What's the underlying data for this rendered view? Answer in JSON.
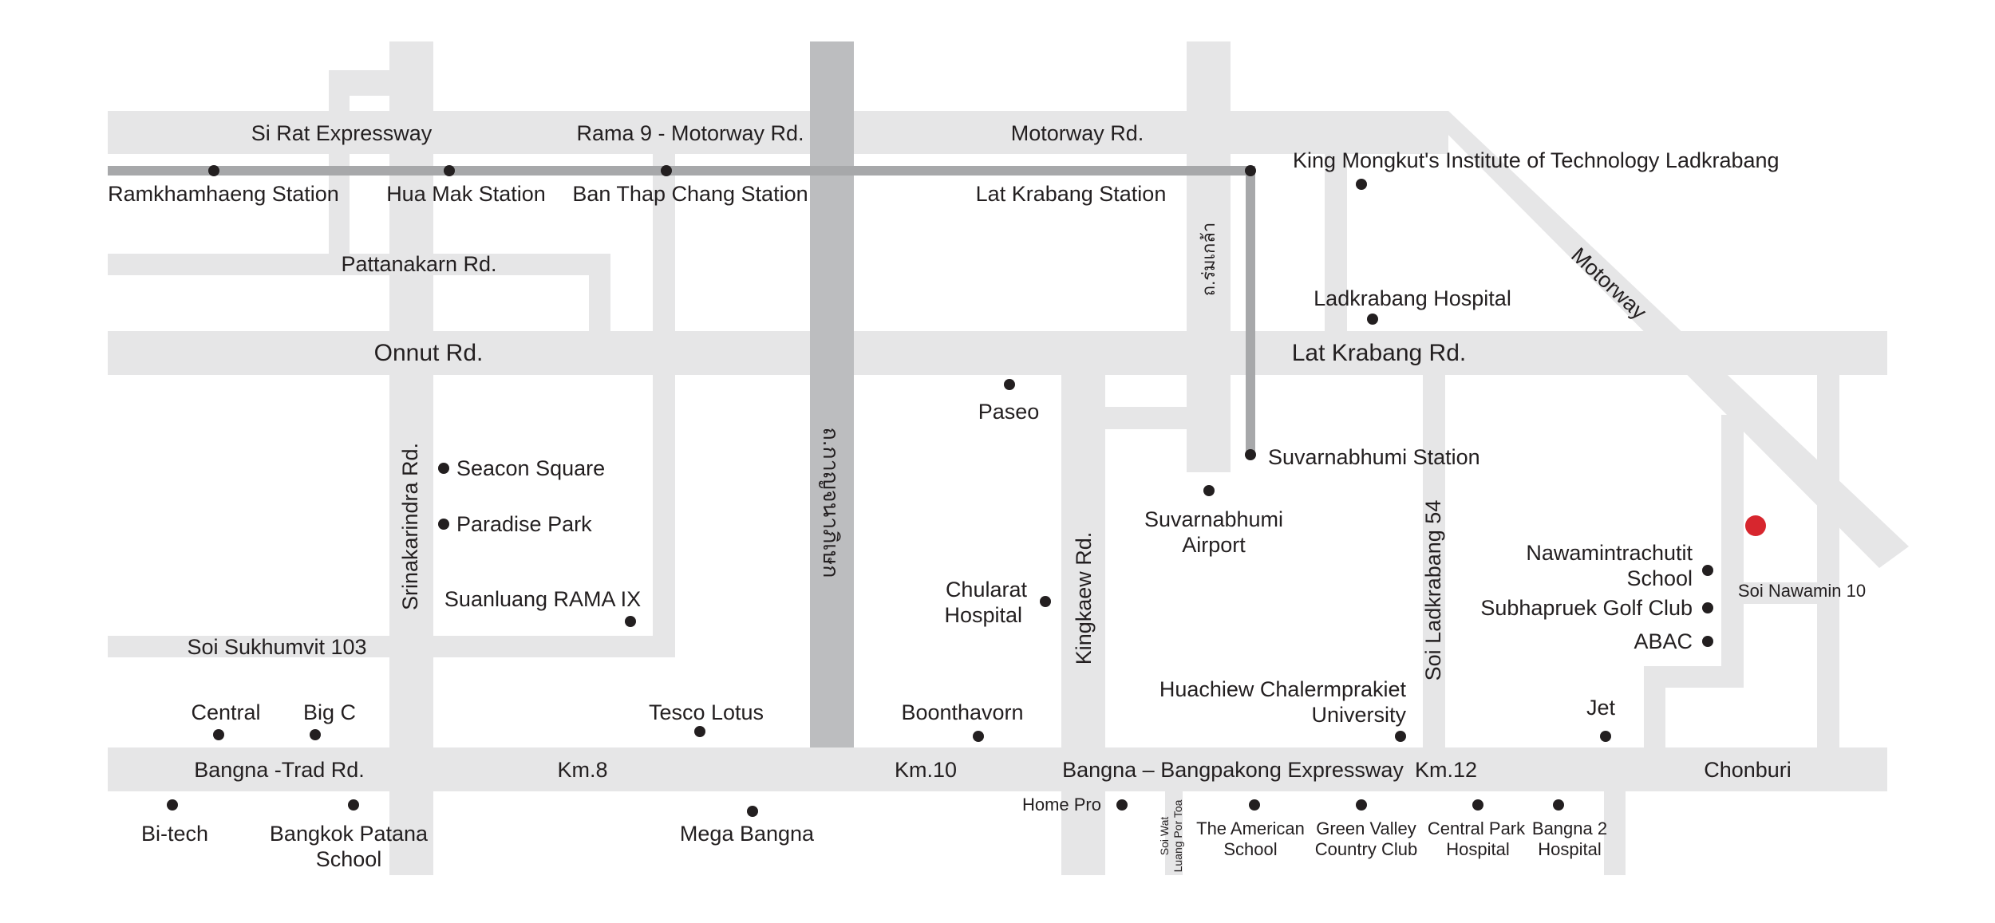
{
  "roads": {
    "si_rat": "Si Rat Expressway",
    "rama9": "Rama 9 - Motorway Rd.",
    "motorway_rd": "Motorway Rd.",
    "pattanakarn": "Pattanakarn Rd.",
    "onnut": "Onnut Rd.",
    "lat_krabang": "Lat Krabang Rd.",
    "motorway": "Motorway",
    "srinakarindra": "Srinakarindra Rd.",
    "outer_ring": "ถ.กาญจนาภิเษก",
    "romklao": "ถ.ร่มเกล้า",
    "kingkaew": "Kingkaew Rd.",
    "soi_ladkrabang54": "Soi Ladkrabang 54",
    "soi_sukhumvit103": "Soi Sukhumvit 103",
    "bangna_trad": "Bangna -Trad Rd.",
    "km8": "Km.8",
    "km10": "Km.10",
    "expressway": "Bangna – Bangpakong Expressway",
    "km12": "Km.12",
    "chonburi": "Chonburi",
    "soi_nawamin": "Soi Nawamin 10",
    "soi_wat_1": "Soi Wat",
    "soi_wat_2": "Luang Por Toa"
  },
  "stations": {
    "ramkhamhaeng": "Ramkhamhaeng Station",
    "hua_mak": "Hua Mak Station",
    "ban_thap_chang": "Ban Thap Chang Station",
    "lat_krabang": "Lat Krabang Station",
    "suvarnabhumi": "Suvarnabhumi Station"
  },
  "places": {
    "kmitl": "King Mongkut's Institute of Technology Ladkrabang",
    "ladkrabang_hospital": "Ladkrabang Hospital",
    "paseo": "Paseo",
    "seacon": "Seacon Square",
    "paradise": "Paradise Park",
    "suanluang": "Suanluang RAMA IX",
    "airport_1": "Suvarnabhumi",
    "airport_2": "Airport",
    "chularat_1": "Chularat",
    "chularat_2": "Hospital",
    "nawamin_1": "Nawamintrachutit",
    "nawamin_2": "School",
    "subhapruek": "Subhapruek Golf Club",
    "abac": "ABAC",
    "huachiew_1": "Huachiew Chalermprakiet",
    "huachiew_2": "University",
    "jet": "Jet",
    "central": "Central",
    "big_c": "Big C",
    "tesco": "Tesco Lotus",
    "boonthavorn": "Boonthavorn",
    "bitech": "Bi-tech",
    "patana_1": "Bangkok Patana",
    "patana_2": "School",
    "mega": "Mega Bangna",
    "homepro": "Home Pro",
    "american_1": "The American",
    "american_2": "School",
    "greenvalley_1": "Green Valley",
    "greenvalley_2": "Country Club",
    "centralpark_1": "Central Park",
    "centralpark_2": "Hospital",
    "bangna2_1": "Bangna 2",
    "bangna2_2": "Hospital"
  },
  "colors": {
    "road": "#e6e6e7",
    "highway": "#bcbdbf",
    "rail": "#a7a8aa",
    "marker": "#d7262e",
    "text": "#231f20"
  }
}
